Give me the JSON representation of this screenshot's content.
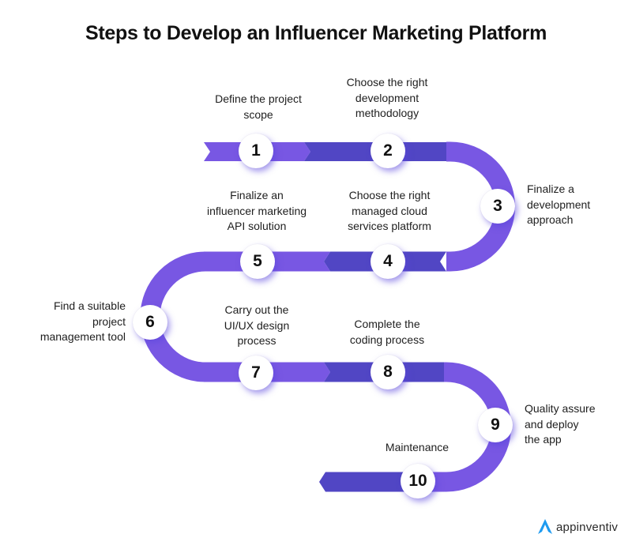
{
  "title": "Steps to Develop an Influencer Marketing Platform",
  "colors": {
    "ribbon_light": "#7857E3",
    "ribbon_dark": "#5146C4",
    "circle_bg": "#ffffff",
    "logo_blue": "#1E9BF0"
  },
  "steps": [
    {
      "number": "1",
      "lines": [
        "Define the project",
        "scope"
      ]
    },
    {
      "number": "2",
      "lines": [
        "Choose the right",
        "development",
        "methodology"
      ]
    },
    {
      "number": "3",
      "lines": [
        "Finalize a",
        "development",
        "approach"
      ]
    },
    {
      "number": "4",
      "lines": [
        "Choose the right",
        "managed cloud",
        "services platform"
      ]
    },
    {
      "number": "5",
      "lines": [
        "Finalize an",
        "influencer marketing",
        "API solution"
      ]
    },
    {
      "number": "6",
      "lines": [
        "Find a suitable",
        "project",
        "management tool"
      ]
    },
    {
      "number": "7",
      "lines": [
        "Carry out the",
        "UI/UX design",
        "process"
      ]
    },
    {
      "number": "8",
      "lines": [
        "Complete the",
        "coding process"
      ]
    },
    {
      "number": "9",
      "lines": [
        "Quality assure",
        "and deploy",
        "the app"
      ]
    },
    {
      "number": "10",
      "lines": [
        "Maintenance"
      ]
    }
  ],
  "logo": {
    "text": "appinventiv",
    "icon": "appinventiv-a-logo-icon"
  }
}
